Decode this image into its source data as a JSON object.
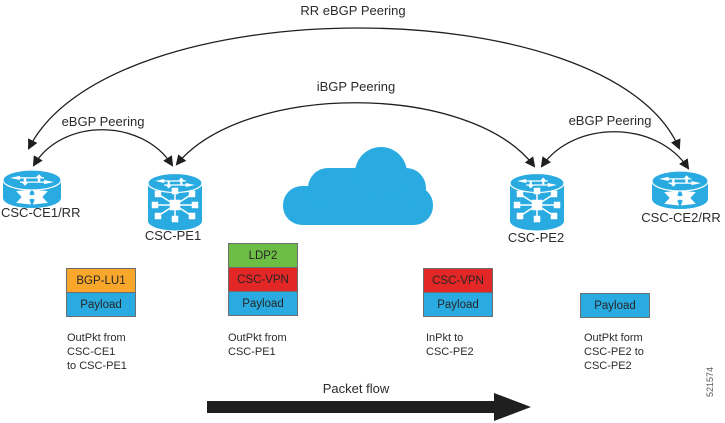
{
  "colors": {
    "cyan": "#29ABE2",
    "orange": "#F9A72B",
    "green": "#6CBE45",
    "red": "#E32726",
    "line": "#1f1f1f"
  },
  "peerings": {
    "rr_ebgp": "RR eBGP Peering",
    "ibgp": "iBGP Peering",
    "ebgp_left": "eBGP Peering",
    "ebgp_right": "eBGP Peering"
  },
  "routers": {
    "ce1": "CSC-CE1/RR",
    "pe1": "CSC-PE1",
    "pe2": "CSC-PE2",
    "ce2": "CSC-CE2/RR"
  },
  "packet_stacks": [
    {
      "boxes": [
        {
          "label": "BGP-LU1",
          "color": "#F9A72B"
        },
        {
          "label": "Payload",
          "color": "#29ABE2"
        }
      ],
      "caption": "OutPkt from\nCSC-CE1\nto CSC-PE1"
    },
    {
      "boxes": [
        {
          "label": "LDP2",
          "color": "#6CBE45"
        },
        {
          "label": "CSC-VPN",
          "color": "#E32726"
        },
        {
          "label": "Payload",
          "color": "#29ABE2"
        }
      ],
      "caption": "OutPkt from\nCSC-PE1"
    },
    {
      "boxes": [
        {
          "label": "CSC-VPN",
          "color": "#E32726"
        },
        {
          "label": "Payload",
          "color": "#29ABE2"
        }
      ],
      "caption": "InPkt to\nCSC-PE2"
    },
    {
      "boxes": [
        {
          "label": "Payload",
          "color": "#29ABE2"
        }
      ],
      "caption": "OutPkt form\nCSC-PE2 to\nCSC-PE2"
    }
  ],
  "packet_flow": {
    "label": "Packet flow"
  },
  "figure_number": "521574"
}
